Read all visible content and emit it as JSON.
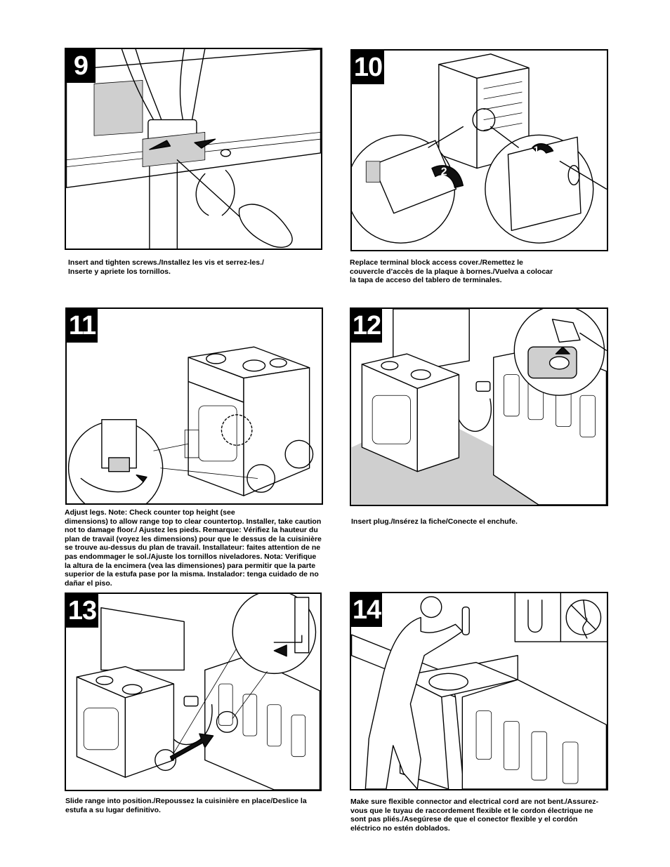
{
  "steps": [
    {
      "number": "9",
      "caption": "Insert and tighten screws./Installez les vis et serrez-les./\nInserte y apriete los tornillos."
    },
    {
      "number": "10",
      "caption": "Replace terminal block access cover./Remettez le\ncouvercle d’accès de la plaque à bornes./Vuelva a colocar\nla tapa de acceso del tablero de terminales.",
      "arrow_labels": [
        "2",
        "1"
      ]
    },
    {
      "number": "11",
      "caption": "Adjust legs. Note: Check counter top height (see\ndimensions) to allow range top to clear countertop. Installer, take caution\nnot to damage floor./ Ajustez les pieds. Remarque: Vérifiez la hauteur du\nplan de travail (voyez les dimensions) pour que le dessus de la cuisinière\nse trouve au-dessus du plan de travail. Installateur: faites attention de ne\npas endommager le sol./Ajuste los tornillos niveladores. Nota: Verifique\nla altura de la encimera (vea las dimensiones) para permitir que la parte\nsuperior de la estufa pase por la misma. Instalador: tenga cuidado de no\ndañar el piso."
    },
    {
      "number": "12",
      "caption": "Insert plug./Insérez la fiche/Conecte el enchufe."
    },
    {
      "number": "13",
      "caption": "Slide range into position./Repoussez la cuisinière en place/Deslice la\nestufa a su lugar definitivo."
    },
    {
      "number": "14",
      "caption": "Make sure flexible connector and electrical cord are not bent./Assurez-\nvous que le tuyau de raccordement flexible et le cordon électrique ne\nsont pas pliés./Asegúrese de que el conector flexible y el cordón\neléctrico no estén doblados."
    }
  ],
  "colors": {
    "ink": "#000000",
    "paper": "#ffffff",
    "floor_gray": "#cfcfcf"
  }
}
